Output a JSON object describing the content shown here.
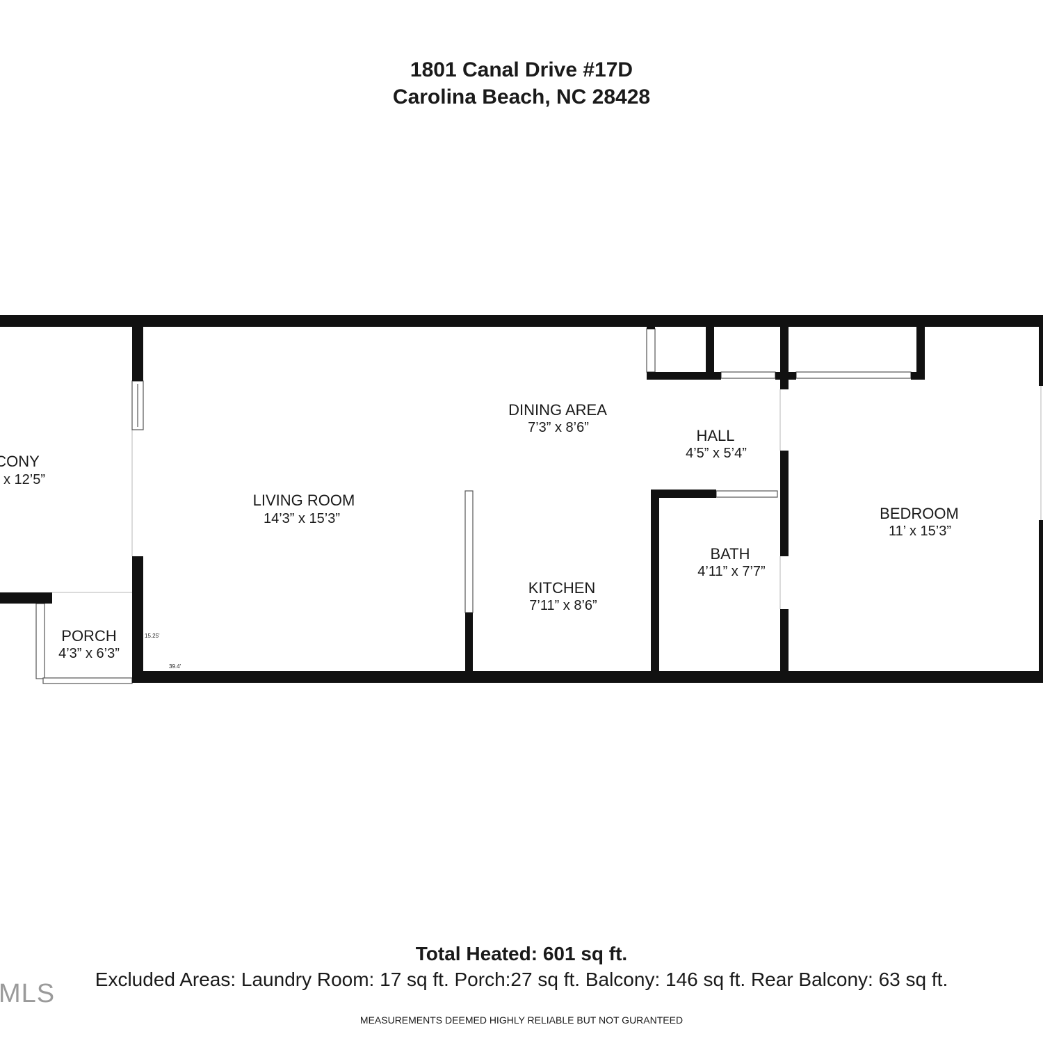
{
  "address": {
    "line1": "1801 Canal Drive #17D",
    "line2": "Carolina Beach, NC 28428"
  },
  "rooms": {
    "balcony": {
      "name": "CONY",
      "dims": "x 12’5”"
    },
    "porch": {
      "name": "PORCH",
      "dims": "4’3” x 6’3”"
    },
    "living": {
      "name": "LIVING ROOM",
      "dims": "14’3” x 15’3”"
    },
    "dining": {
      "name": "DINING AREA",
      "dims": "7’3” x 8’6”"
    },
    "kitchen": {
      "name": "KITCHEN",
      "dims": "7’11” x 8’6”"
    },
    "hall": {
      "name": "HALL",
      "dims": "4’5” x 5’4”"
    },
    "bath": {
      "name": "BATH",
      "dims": "4’11” x 7’7”"
    },
    "bedroom": {
      "name": "BEDROOM",
      "dims": "11’ x 15’3”"
    }
  },
  "measurements": {
    "height_label": "15.25'",
    "width_label": "39.4'"
  },
  "footer": {
    "total": "Total Heated: 601 sq ft.",
    "excluded": "Excluded Areas: Laundry Room: 17 sq ft. Porch:27 sq ft. Balcony: 146 sq ft. Rear Balcony: 63 sq ft.",
    "disclaimer": "MEASUREMENTS DEEMED HIGHLY RELIABLE BUT NOT GURANTEED"
  },
  "watermark": "MLS",
  "colors": {
    "wall": "#111111",
    "opening": "#cfcfcf",
    "text": "#1a1a1a"
  }
}
